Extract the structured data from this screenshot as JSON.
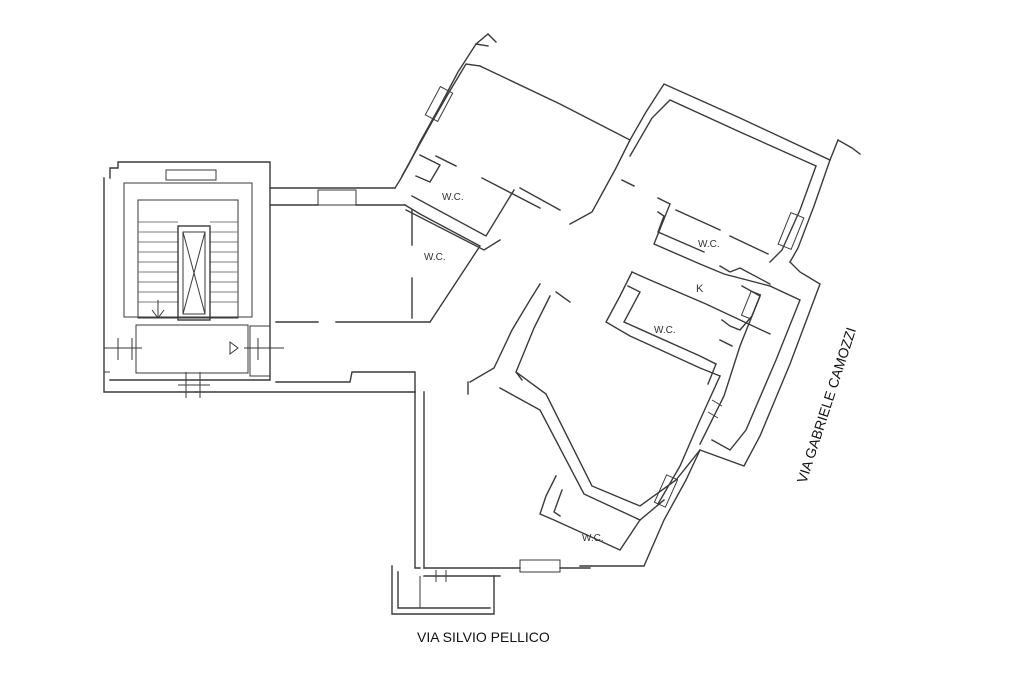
{
  "plan": {
    "room_labels": {
      "wc_1": "W.C.",
      "wc_2": "W.C.",
      "wc_3": "W.C.",
      "wc_4": "W.C.",
      "wc_5": "W.C.",
      "kitchen": "K"
    },
    "streets": {
      "bottom": "VIA SILVIO PELLICO",
      "right": "VIA GABRIELE CAMOZZI"
    }
  }
}
